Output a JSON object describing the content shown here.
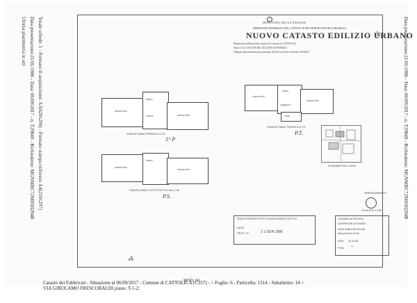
{
  "left_margin": {
    "line1": "Ultima planimetria in atti",
    "line2": "Data presentazione:21/01/1986 - Data: 06/09/2017 - n. T29849 - Richiedente: MGNMRC72M05H294R",
    "line3": "Totale schede: 1 - Formato di acquisizione: A3(420x294) - Formato stampa richiesto: A4(210x297)"
  },
  "right_margin": {
    "line1": "Data presentazione:21/01/1986 - Data: 06/09/2017 - n. T29849 - Richiedente: MGNMRC72M05H294R"
  },
  "header": {
    "ministry": "MINISTERO DELLE FINANZE",
    "directorate": "DIREZIONE GENERALE DEL CATASTO E DEI SERVIZI TECNICI ERARIALI",
    "title": "NUOVO CATASTO EDILIZIO URBANO",
    "municipality_line": "Planimetria dell'immobile situato nel Comune di CATTOLICA",
    "address_line": "Ditta S.A.S. SALVADORI GIULIANO & PATRIZIA",
    "office_line": "Allegata alla dichiarazione presentata all'Ufficio Tecnico Erariale di FORLI'",
    "handwritten": "3c"
  },
  "plans": {
    "first_floor_caption": "PIANTA PIANO PRIMO h=2.70",
    "attic_caption": "PIANTA PIANO SOTTOTETTO hm=1.90",
    "ground_floor_caption": "PIANTA PIANO TERRA h=2.70",
    "site_plan_caption": "PLANIMETRIA 1:2000",
    "room_stanza": "stanza letto",
    "room_cucina": "cucina",
    "room_soggiorno": "soggiorno",
    "room_carta": "carta",
    "room_bagno": "bagno",
    "room_locale": "locale",
    "hand_first": "1^ P",
    "hand_attic": "P.S.",
    "hand_ground": "P.T."
  },
  "stamp": {
    "label": "ORIENTAMENTO",
    "scale": "SCALA DI 1:200"
  },
  "registry_box": {
    "header": "SPAZIO RISERVATO PER LE ANNOTAZIONI D'UFFICIO",
    "data_label": "DATA",
    "prot_label": "PROT. N°",
    "date_stamp": "2 1 GEN 1986"
  },
  "signature_box": {
    "compiled": "Compilata dal Geometra",
    "name": "GASPERONI GIOVANNI",
    "role": "Iscritto all'albo dei Geometri",
    "province": "della provincia di Forlì",
    "data_label": "DATA",
    "data_value": "15-10-85",
    "signature": "Firma"
  },
  "page_code": "MOD. 60",
  "footer": {
    "line1": "Catasto dei Fabbricati - Situazione al 06/09/2017 - Comune di CATTOLICA (C357) - < Foglio: 6 - Particella: 1314 - Subalterno: 14 >",
    "line2": "VIA GIROLAMO FRESCOBALDI piano: T-1-2;"
  }
}
